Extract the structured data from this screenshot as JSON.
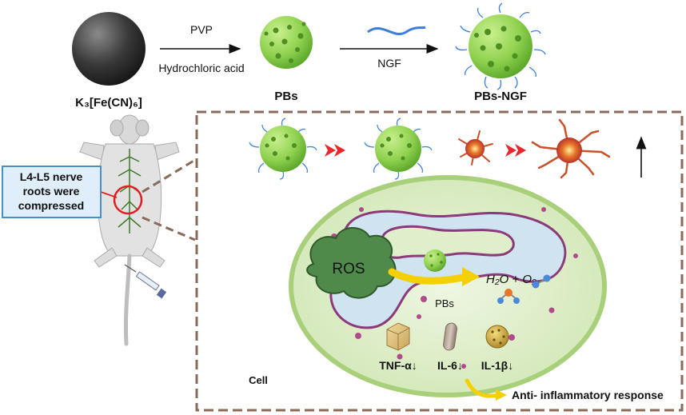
{
  "top_row": {
    "precursor_label": "K₃[Fe(CN)₆]",
    "step1_reagent_top": "PVP",
    "step1_reagent_bottom": "Hydrochloric acid",
    "product1_label": "PBs",
    "step2_reagent": "NGF",
    "product2_label": "PBs-NGF"
  },
  "mouse_model": {
    "callout_line1": "L4-L5 nerve",
    "callout_line2": "roots were",
    "callout_line3": "compressed"
  },
  "cell_panel": {
    "ros_label": "ROS",
    "pbs_label": "PBs",
    "reaction_product": "H₂O + O₂",
    "cytokines": [
      "TNF-α↓",
      "IL-6↓",
      "IL-1β↓"
    ],
    "cell_label": "Cell",
    "outcome": "Anti- inflammatory response"
  },
  "colors": {
    "particle_green": "#8fd14f",
    "nucleus_blue": "#cfe3f0",
    "cell_fill": "#dfeecb",
    "membrane_purple": "#8b3a7a",
    "arrow_red": "#e8262c",
    "arrow_yellow": "#f5d000",
    "callout_blue": "#4a90c8",
    "ngf_blue": "#3b7fd9"
  }
}
